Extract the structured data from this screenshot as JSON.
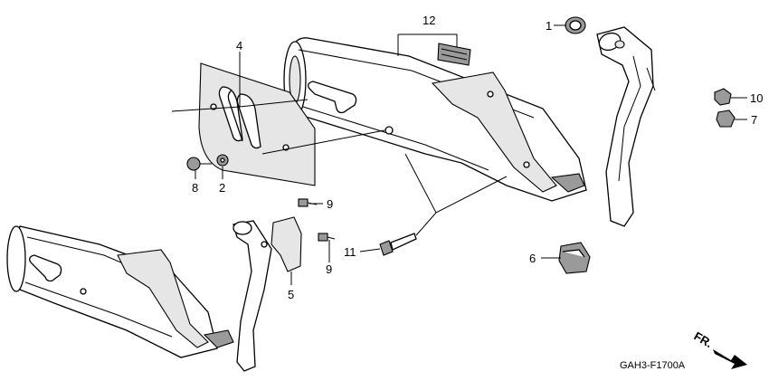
{
  "diagram_code": "GAH3-F1700A",
  "direction_label": "FR.",
  "callouts": [
    {
      "id": "c1",
      "text": "1"
    },
    {
      "id": "c2",
      "text": "2"
    },
    {
      "id": "c4",
      "text": "4"
    },
    {
      "id": "c5",
      "text": "5"
    },
    {
      "id": "c6",
      "text": "6"
    },
    {
      "id": "c7",
      "text": "7"
    },
    {
      "id": "c8",
      "text": "8"
    },
    {
      "id": "c9a",
      "text": "9"
    },
    {
      "id": "c9b",
      "text": "9"
    },
    {
      "id": "c10",
      "text": "10"
    },
    {
      "id": "c11",
      "text": "11"
    },
    {
      "id": "c12",
      "text": "12"
    }
  ]
}
